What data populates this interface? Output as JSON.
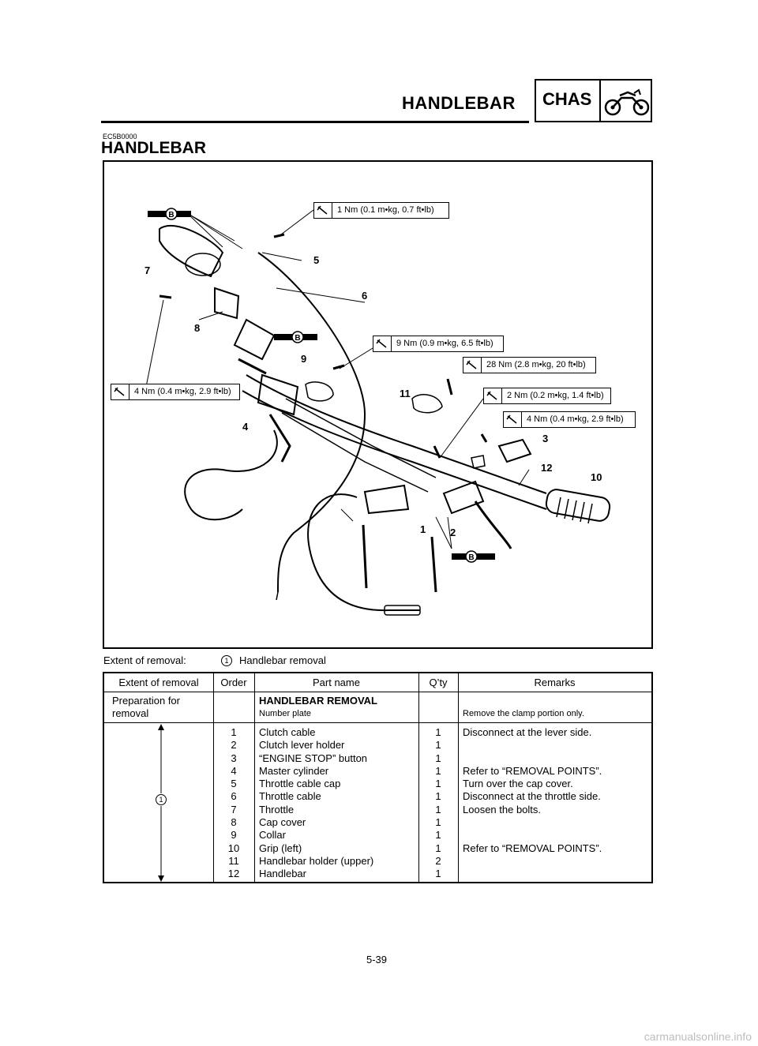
{
  "header": {
    "title": "HANDLEBAR",
    "badge": "CHAS",
    "badge_icon": "motorcycle-icon"
  },
  "section": {
    "code": "EC5B0000",
    "title": "HANDLEBAR"
  },
  "diagram": {
    "torque_specs": [
      "1 Nm (0.1 m•kg, 0.7 ft•lb)",
      "9 Nm (0.9 m•kg, 6.5 ft•lb)",
      "28 Nm (2.8 m•kg, 20 ft•lb)",
      "4 Nm (0.4 m•kg, 2.9 ft•lb)",
      "2 Nm (0.2 m•kg, 1.4 ft•lb)",
      "4 Nm (0.4 m•kg, 2.9 ft•lb)"
    ],
    "callouts": [
      "1",
      "2",
      "3",
      "4",
      "5",
      "6",
      "7",
      "8",
      "9",
      "10",
      "11",
      "12"
    ],
    "grease_mark": "B"
  },
  "extent": {
    "label": "Extent of removal:",
    "mark": "1",
    "value": "Handlebar removal"
  },
  "table": {
    "headers": [
      "Extent of removal",
      "Order",
      "Part name",
      "Q’ty",
      "Remarks"
    ],
    "prep": {
      "extent_line1": "Preparation for",
      "extent_line2": "removal",
      "part_title": "HANDLEBAR REMOVAL",
      "part_sub": "Number plate",
      "remarks": "Remove the clamp portion only."
    },
    "group_mark": "1",
    "rows": [
      {
        "order": "1",
        "part": "Clutch cable",
        "qty": "1",
        "remarks": "Disconnect at the lever side."
      },
      {
        "order": "2",
        "part": "Clutch lever holder",
        "qty": "1",
        "remarks": ""
      },
      {
        "order": "3",
        "part": "“ENGINE STOP” button",
        "qty": "1",
        "remarks": ""
      },
      {
        "order": "4",
        "part": "Master cylinder",
        "qty": "1",
        "remarks": "Refer to “REMOVAL POINTS”."
      },
      {
        "order": "5",
        "part": "Throttle cable cap",
        "qty": "1",
        "remarks": "Turn over the cap cover."
      },
      {
        "order": "6",
        "part": "Throttle cable",
        "qty": "1",
        "remarks": "Disconnect at the throttle side."
      },
      {
        "order": "7",
        "part": "Throttle",
        "qty": "1",
        "remarks": "Loosen the bolts."
      },
      {
        "order": "8",
        "part": "Cap cover",
        "qty": "1",
        "remarks": ""
      },
      {
        "order": "9",
        "part": "Collar",
        "qty": "1",
        "remarks": ""
      },
      {
        "order": "10",
        "part": "Grip (left)",
        "qty": "1",
        "remarks": "Refer to “REMOVAL POINTS”."
      },
      {
        "order": "11",
        "part": "Handlebar holder (upper)",
        "qty": "2",
        "remarks": ""
      },
      {
        "order": "12",
        "part": "Handlebar",
        "qty": "1",
        "remarks": ""
      }
    ]
  },
  "footer": {
    "page": "5-39"
  },
  "watermark": "carmanualsonline.info"
}
